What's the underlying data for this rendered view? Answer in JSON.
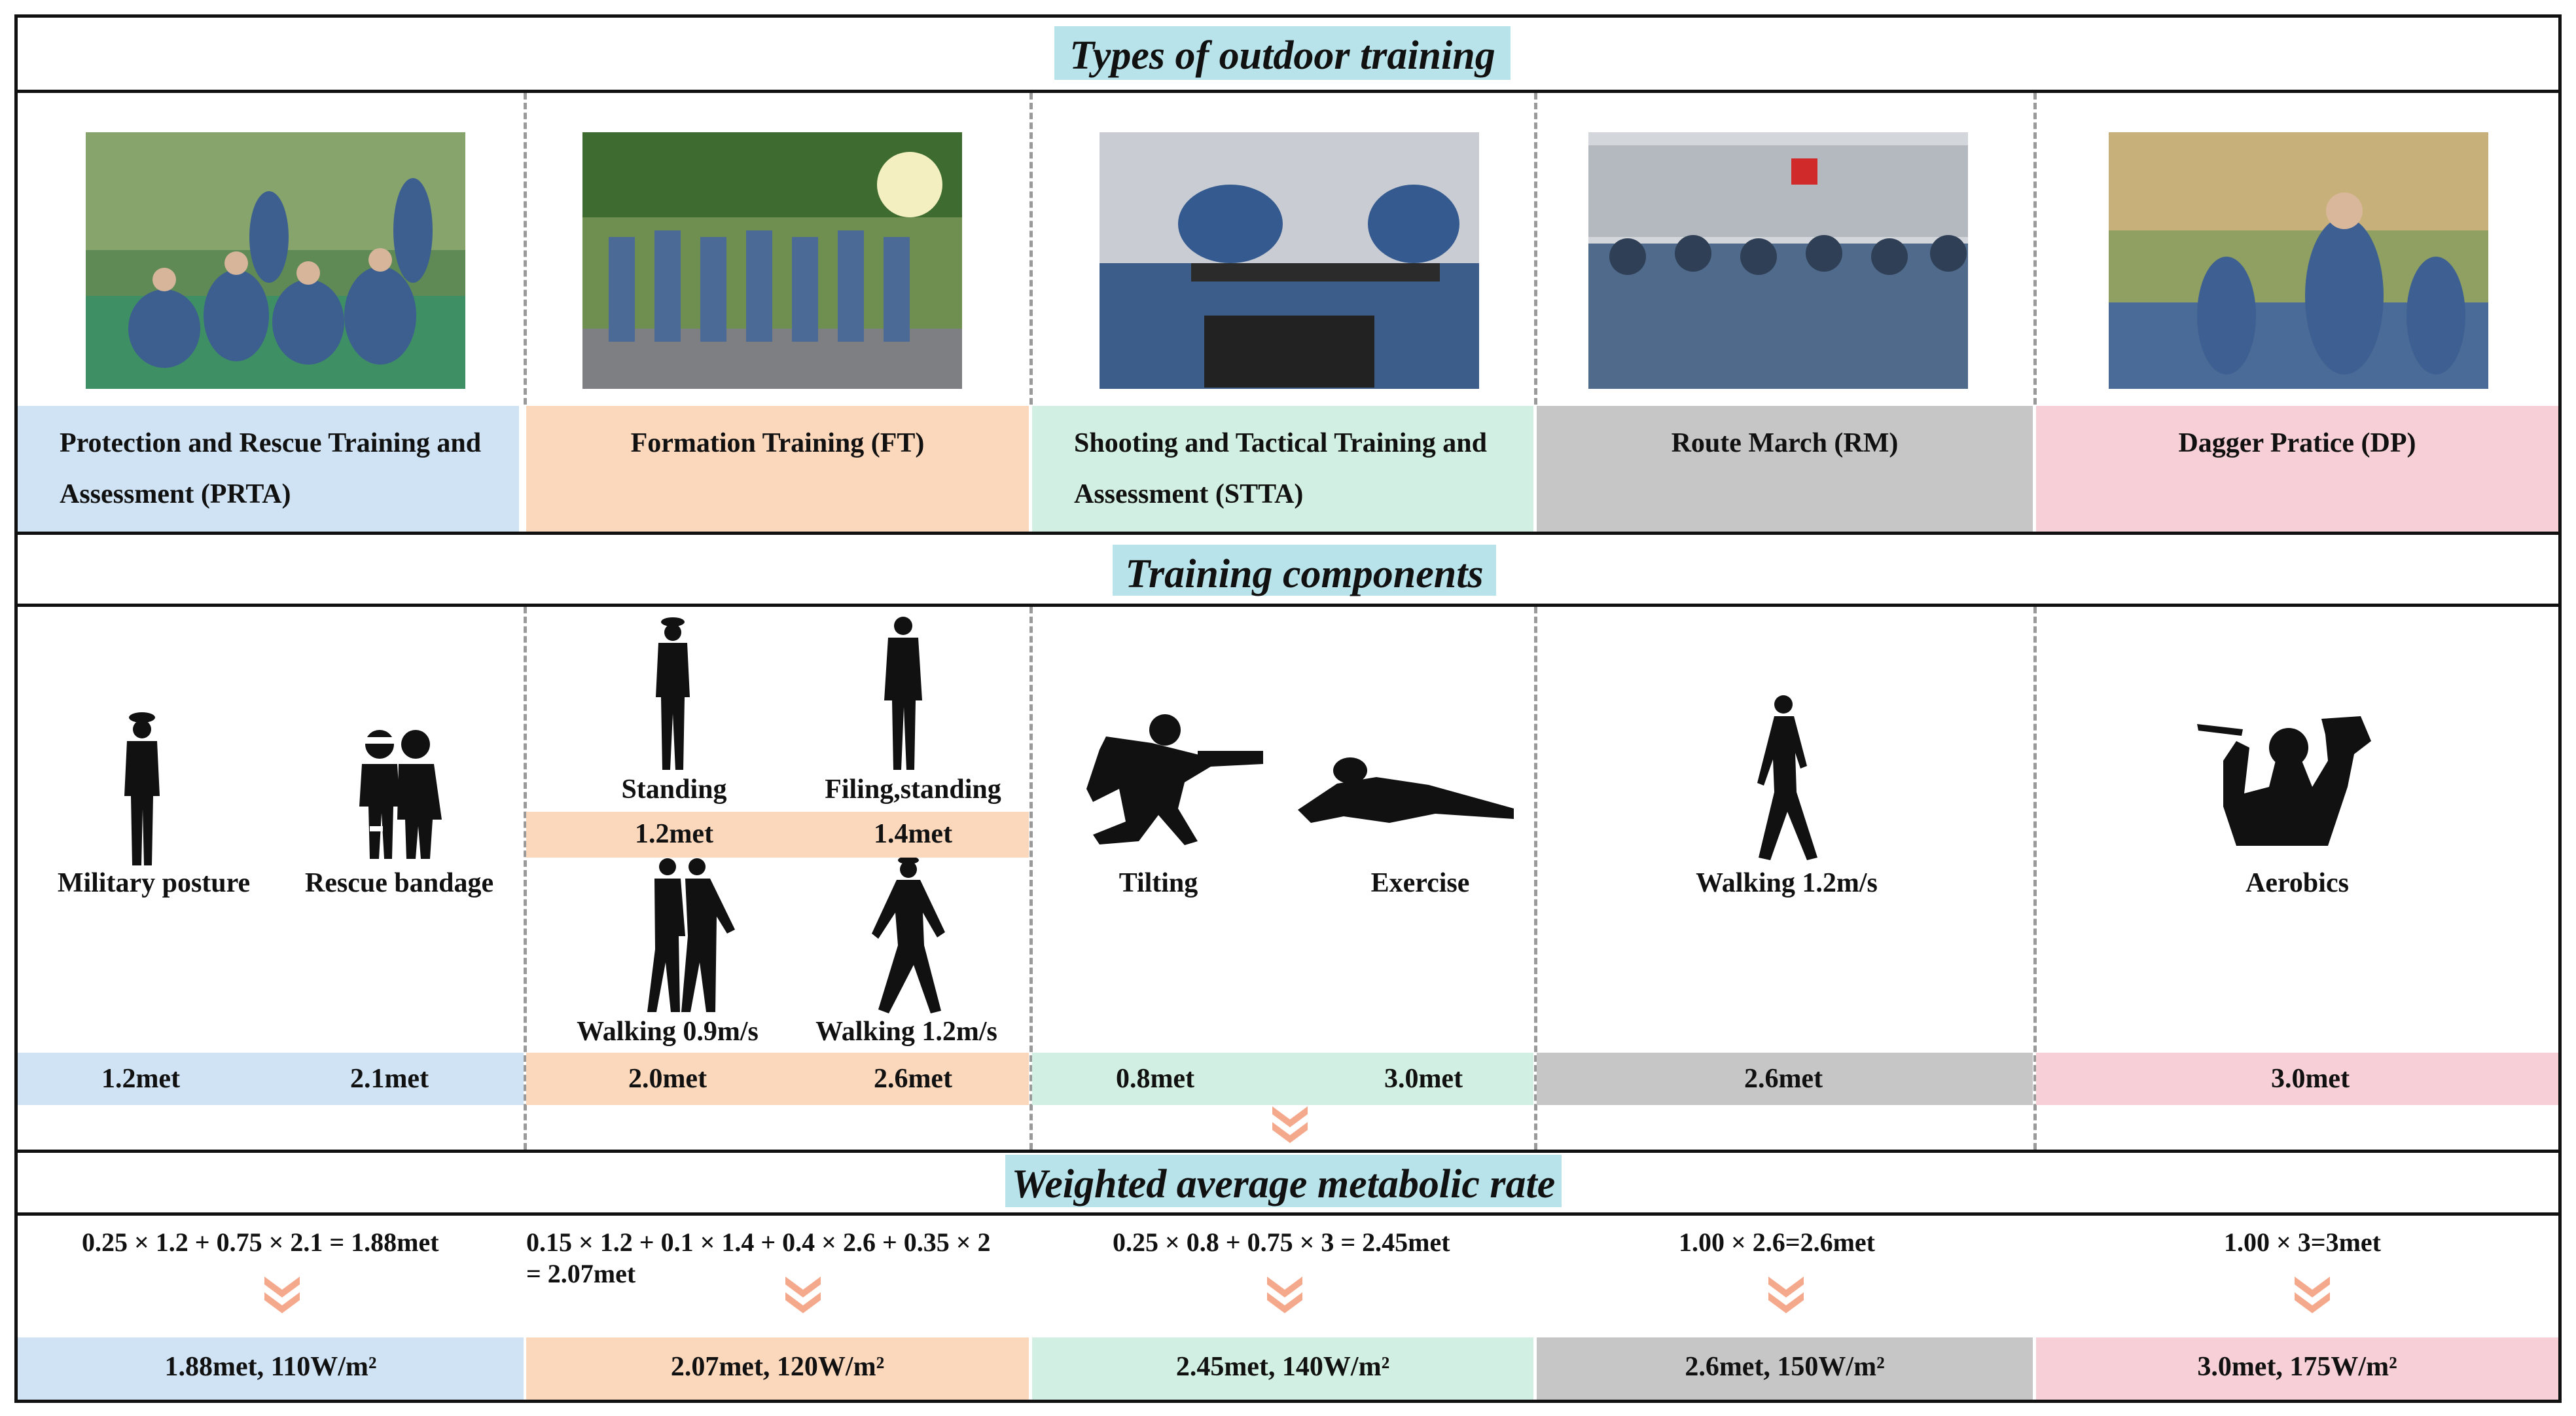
{
  "sections": {
    "types_title": "Types of outdoor training",
    "components_title": "Training components",
    "weighted_title": "Weighted average metabolic rate"
  },
  "colors": {
    "title_bg": "#b9e3ea",
    "prta": "#cfe3f4",
    "ft": "#fbd7bc",
    "stta": "#d1efe2",
    "rm": "#c6c6c6",
    "dp": "#f6d0d6",
    "chevron": "#f5a98c"
  },
  "trainings": [
    {
      "name_line1": "Protection and Rescue Training and",
      "name_line2": "Assessment (PRTA)",
      "photo": "soldiers-kneeling-photo"
    },
    {
      "name_line1": "Formation Training (FT)",
      "name_line2": "",
      "photo": "marching-formation-photo"
    },
    {
      "name_line1": "Shooting and Tactical Training and",
      "name_line2": "Assessment (STTA)",
      "photo": "shooting-aim-photo"
    },
    {
      "name_line1": "Route March (RM)",
      "name_line2": "",
      "photo": "route-march-crowd-photo"
    },
    {
      "name_line1": "Dagger Pratice (DP)",
      "name_line2": "",
      "photo": "dagger-practice-photo"
    }
  ],
  "components": {
    "prta": [
      {
        "label": "Military posture",
        "met": "1.2met",
        "icon": "standing-soldier-icon"
      },
      {
        "label": "Rescue bandage",
        "met": "2.1met",
        "icon": "rescue-bandage-icon"
      }
    ],
    "ft": [
      {
        "label": "Standing",
        "met": "1.2met",
        "icon": "standing-officer-icon"
      },
      {
        "label": "Filing,standing",
        "met": "1.4met",
        "icon": "filing-standing-icon"
      },
      {
        "label": "Walking 0.9m/s",
        "met": "2.0met",
        "icon": "walking-pair-icon"
      },
      {
        "label": "Walking 1.2m/s",
        "met": "2.6met",
        "icon": "marching-soldier-icon"
      }
    ],
    "stta": [
      {
        "label": "Tilting",
        "met": "0.8met",
        "icon": "kneeling-shooter-icon"
      },
      {
        "label": "Exercise",
        "met": "3.0met",
        "icon": "prone-crawl-icon"
      }
    ],
    "rm": [
      {
        "label": "Walking 1.2m/s",
        "met": "2.6met",
        "icon": "walking-person-icon"
      }
    ],
    "dp": [
      {
        "label": "Aerobics",
        "met": "3.0met",
        "icon": "dagger-fighter-icon"
      }
    ]
  },
  "weighted": [
    {
      "formula_line1": "0.25 × 1.2 + 0.75 × 2.1 = 1.88met",
      "formula_line2": "",
      "result": "1.88met, 110W/m²"
    },
    {
      "formula_line1": "0.15 × 1.2 + 0.1 × 1.4 + 0.4 × 2.6 + 0.35 × 2",
      "formula_line2": "= 2.07met",
      "result": "2.07met, 120W/m²"
    },
    {
      "formula_line1": "0.25 × 0.8 + 0.75 × 3 = 2.45met",
      "formula_line2": "",
      "result": "2.45met, 140W/m²"
    },
    {
      "formula_line1": "1.00 × 2.6=2.6met",
      "formula_line2": "",
      "result": "2.6met, 150W/m²"
    },
    {
      "formula_line1": "1.00 × 3=3met",
      "formula_line2": "",
      "result": "3.0met, 175W/m²"
    }
  ]
}
